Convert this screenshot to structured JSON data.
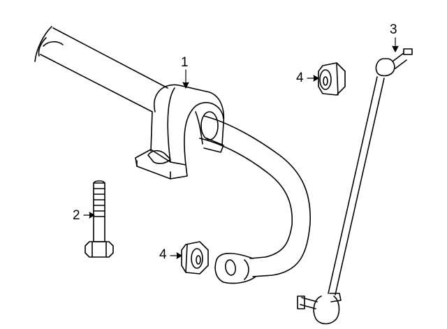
{
  "diagram": {
    "callouts": [
      {
        "id": "c1",
        "label": "1",
        "part": "stabilizer-bar-bushing-clamp"
      },
      {
        "id": "c2",
        "label": "2",
        "part": "bolt"
      },
      {
        "id": "c3",
        "label": "3",
        "part": "stabilizer-link"
      },
      {
        "id": "c4a",
        "label": "4",
        "part": "nut"
      },
      {
        "id": "c4b",
        "label": "4",
        "part": "nut"
      }
    ],
    "line_color": "#000000",
    "background": "#ffffff"
  }
}
